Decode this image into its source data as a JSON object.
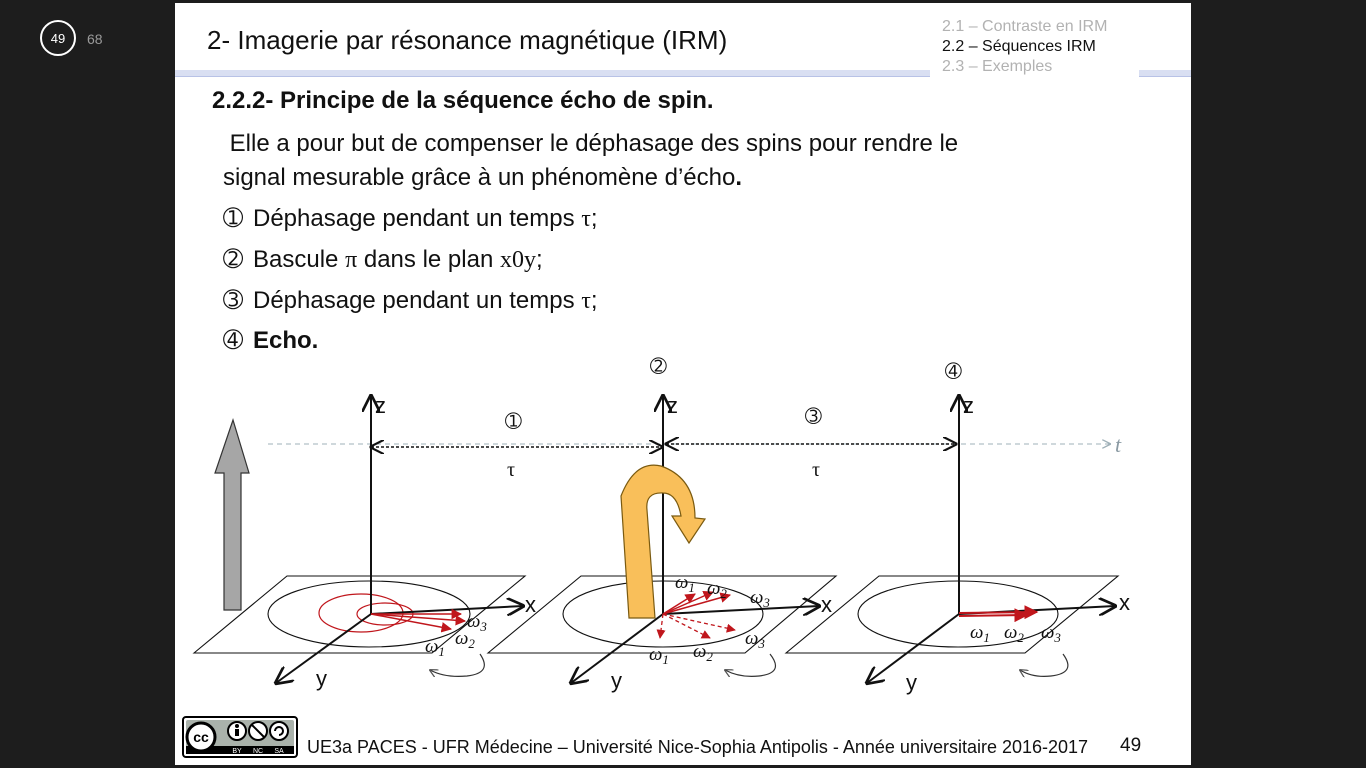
{
  "viewer": {
    "current_page": "49",
    "total_pages": "68"
  },
  "header": {
    "title": "2- Imagerie par résonance magnétique (IRM)",
    "nav": [
      {
        "label": "2.1 – Contraste en IRM",
        "active": false
      },
      {
        "label": "2.2 – Séquences IRM",
        "active": true
      },
      {
        "label": "2.3 – Exemples",
        "active": false
      }
    ]
  },
  "content": {
    "section_title": "2.2.2- Principe de la séquence écho de spin.",
    "para_line1": " Elle a pour but de compenser le déphasage des spins pour rendre le",
    "para_line2": "signal mesurable grâce à un phénomène d’écho",
    "para_end": ".",
    "steps": [
      {
        "num": "➀",
        "text": "Déphasage pendant un temps ",
        "sym": "τ",
        "tail": ";"
      },
      {
        "num": "➁",
        "text": "Bascule ",
        "sym": "π",
        "mid": " dans le plan ",
        "plane": "x0y",
        "tail": ";"
      },
      {
        "num": "➂",
        "text": "Déphasage pendant un temps ",
        "sym": "τ",
        "tail": ";"
      },
      {
        "num": "➃",
        "text": "Echo."
      }
    ]
  },
  "diagram": {
    "step_markers": [
      "➀",
      "➁",
      "➂",
      "➃"
    ],
    "axis_z": "z",
    "axis_x": "x",
    "axis_y": "y",
    "tau": "τ",
    "time": "t",
    "omega": "ω",
    "sub1": "1",
    "sub2": "2",
    "sub3": "3"
  },
  "footer": {
    "text": "UE3a PACES - UFR Médecine – Université Nice-Sophia Antipolis - Année universitaire 2016-2017",
    "page": "49",
    "license": {
      "cc": "cc",
      "by": "BY",
      "nc": "NC",
      "sa": "SA"
    }
  },
  "colors": {
    "arrow_red": "#c0161c",
    "pulse_orange": "#f9bf5a",
    "bar_blue": "#d9dff2"
  }
}
